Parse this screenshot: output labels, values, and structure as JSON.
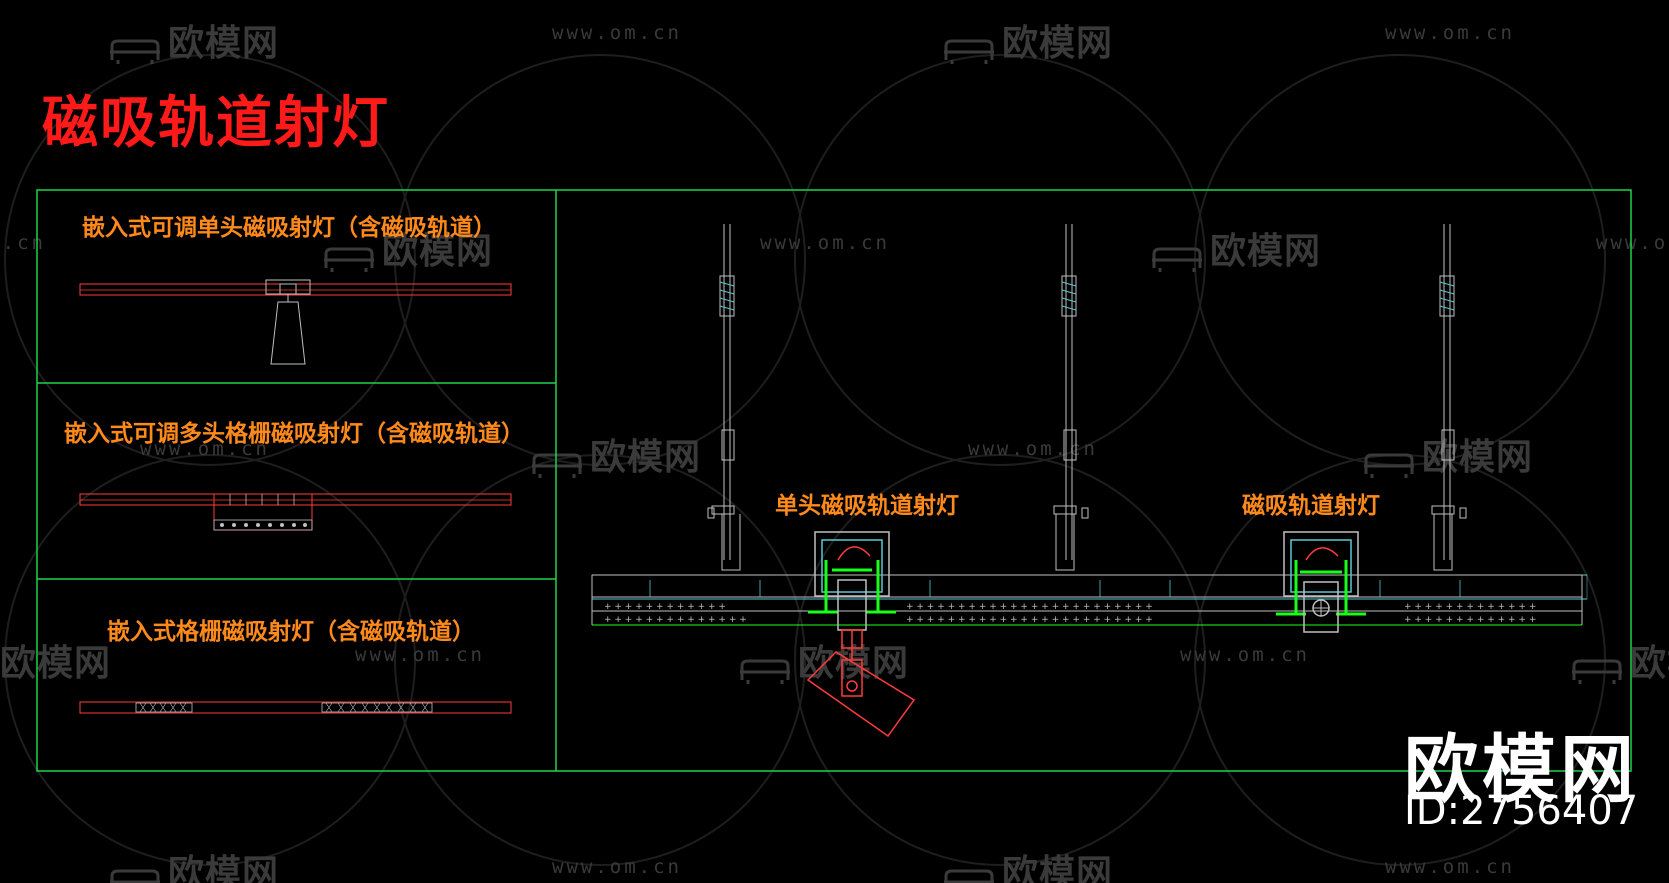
{
  "title": "磁吸轨道射灯",
  "left_panels": [
    {
      "label": "嵌入式可调单头磁吸射灯（含磁吸轨道）"
    },
    {
      "label": "嵌入式可调多头格栅磁吸射灯（含磁吸轨道）"
    },
    {
      "label": "嵌入式格栅磁吸射灯（含磁吸轨道）"
    }
  ],
  "section": {
    "label_left": "单头磁吸轨道射灯",
    "label_right": "磁吸轨道射灯"
  },
  "watermark": {
    "logo_text": "欧模网",
    "url_text": "www.om.cn"
  },
  "brand": {
    "name": "欧模网",
    "id": "ID:2756407"
  },
  "colors": {
    "title": "#ff1a1a",
    "label": "#ff8a1c",
    "frame": "#1fd34a",
    "cad_red": "#ff3b3b",
    "cad_cyan": "#59c9d6",
    "cad_green": "#1aff1a",
    "cad_grey": "#bfbfbf"
  }
}
